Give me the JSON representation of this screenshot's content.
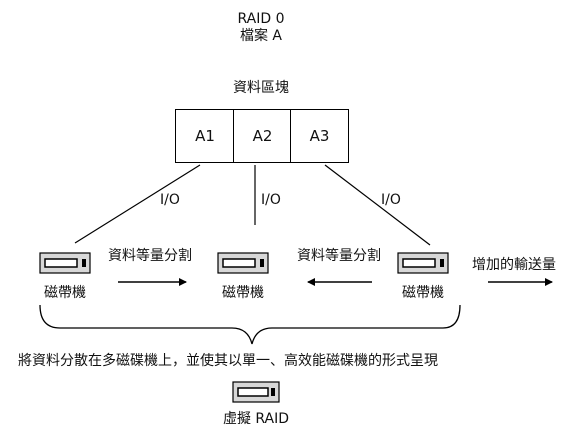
{
  "title": {
    "line1": "RAID 0",
    "line2": "檔案 A"
  },
  "data_block": {
    "label": "資料區塊",
    "cells": [
      "A1",
      "A2",
      "A3"
    ]
  },
  "io_label": "I/O",
  "tape_label": "磁帶機",
  "split_label": "資料等量分割",
  "throughput_label": "增加的輸送量",
  "description": "將資料分散在多磁碟機上，並使其以單一、高效能磁碟機的形式呈現",
  "virtual_label": "虛擬 RAID"
}
